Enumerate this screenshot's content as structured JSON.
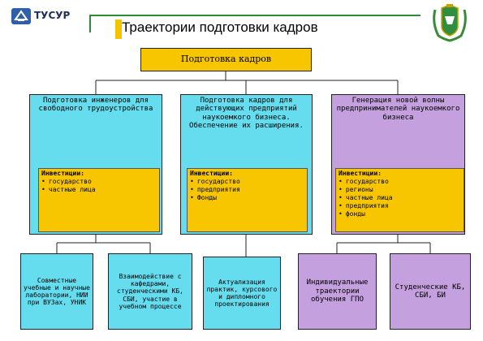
{
  "header": {
    "logo_text": "ТУСУР",
    "title": "Траектории подготовки кадров"
  },
  "top_box": {
    "label": "Подготовка кадров"
  },
  "columns": [
    {
      "label": "Подготовка инженеров для свободного трудоустройства",
      "investments_title": "Инвестиции:",
      "investments": [
        "государство",
        "частные лица"
      ]
    },
    {
      "label": "Подготовка кадров для действующих предприятий наукоемкого бизнеса. Обеспечение их расширения.",
      "investments_title": "Инвестиции:",
      "investments": [
        "государство",
        "предприятия",
        "Фонды"
      ]
    },
    {
      "label": "Генерация новой волны предпринимателей наукоемкого бизнеса",
      "investments_title": "Инвестиции:",
      "investments": [
        "государство",
        "регионы",
        "частные лица",
        "предприятия",
        "фонды"
      ]
    }
  ],
  "bottom_boxes": [
    {
      "label": "Совместные учебные и научные лаборатории, НИИ при ВУЗах, УНИК"
    },
    {
      "label": "Взаимодействие с кафедрами, студенческими КБ, СБИ, участие в учебном процессе"
    },
    {
      "label": "Актуализация практик, курсового и дипломного проектирования"
    },
    {
      "label": "Индивидуальные траектории обучения ГПО"
    },
    {
      "label": "Студенческие КБ, СБИ, БИ"
    }
  ],
  "colors": {
    "yellow": "#f7c600",
    "cyan": "#66ddee",
    "lavender": "#c4a0de",
    "green": "#2e8b3a"
  }
}
